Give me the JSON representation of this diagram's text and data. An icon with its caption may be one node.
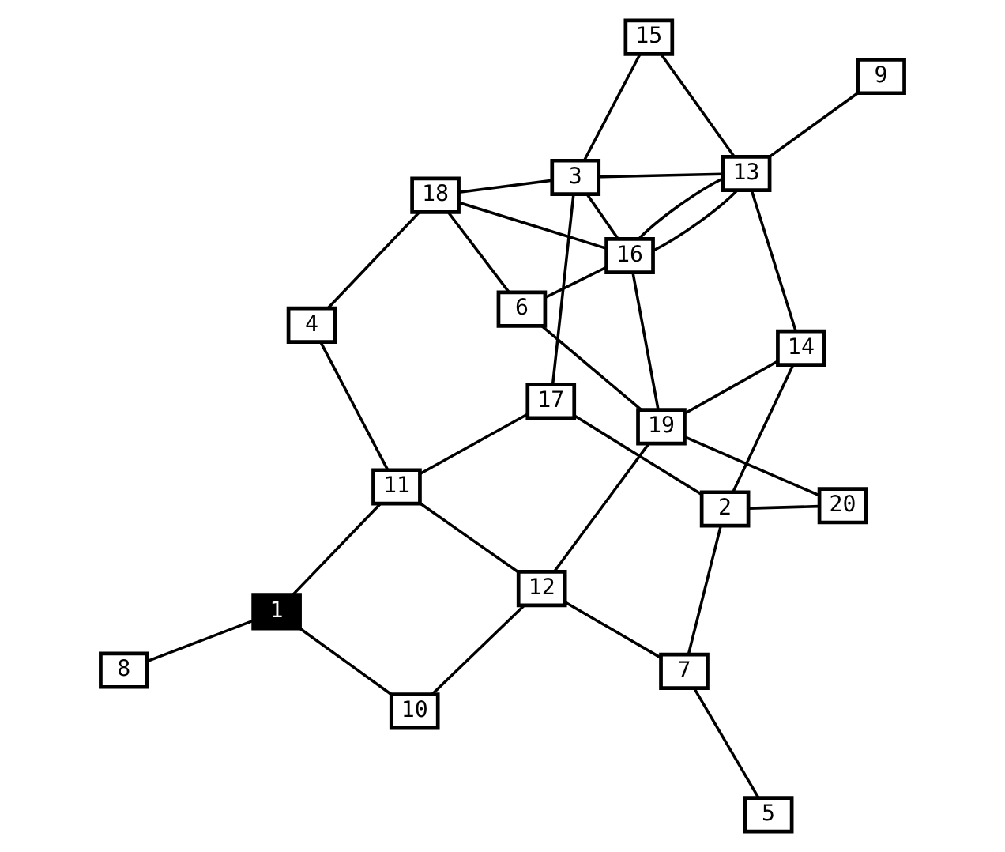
{
  "diagram": {
    "nodes": [
      {
        "text": [
          "1"
        ]
      },
      {
        "text": [
          "2"
        ]
      },
      {
        "text": [
          "3"
        ]
      },
      {
        "text": [
          "4"
        ]
      },
      {
        "text": [
          "5"
        ]
      },
      {
        "text": [
          "6"
        ]
      },
      {
        "text": [
          "7"
        ]
      },
      {
        "text": [
          "8"
        ]
      },
      {
        "text": [
          "9"
        ]
      },
      {
        "text": [
          "10"
        ]
      },
      {
        "text": [
          "11"
        ]
      },
      {
        "text": [
          "12"
        ]
      },
      {
        "text": [
          "13"
        ]
      },
      {
        "text": [
          "14"
        ]
      },
      {
        "text": [
          "15"
        ]
      },
      {
        "text": [
          "16"
        ]
      },
      {
        "text": [
          "17"
        ]
      },
      {
        "text": [
          "18"
        ]
      },
      {
        "text": [
          "19"
        ]
      },
      {
        "text": [
          "20"
        ]
      }
    ],
    "edges": [
      {
        "from": 7,
        "to": 0,
        "arrow": "none"
      },
      {
        "from": 9,
        "to": 0,
        "arrow": "none"
      },
      {
        "from": 0,
        "to": 10,
        "arrow": "none"
      },
      {
        "from": 9,
        "to": 11,
        "arrow": "none"
      },
      {
        "from": 4,
        "to": 6,
        "arrow": "none"
      },
      {
        "from": 6,
        "to": 11,
        "arrow": "none"
      },
      {
        "from": 11,
        "to": 10,
        "arrow": "none"
      },
      {
        "from": 6,
        "to": 1,
        "arrow": "none"
      },
      {
        "from": 11,
        "to": 18,
        "arrow": "none"
      },
      {
        "from": 10,
        "to": 16,
        "arrow": "none"
      },
      {
        "from": 10,
        "to": 3,
        "arrow": "none"
      },
      {
        "from": 3,
        "to": 17,
        "arrow": "none"
      },
      {
        "from": 1,
        "to": 16,
        "arrow": "none"
      },
      {
        "from": 1,
        "to": 19,
        "arrow": "none"
      },
      {
        "from": 1,
        "to": 13,
        "arrow": "none"
      },
      {
        "from": 19,
        "to": 18,
        "arrow": "none"
      },
      {
        "from": 18,
        "to": 13,
        "arrow": "none"
      },
      {
        "from": 18,
        "to": 5,
        "arrow": "none"
      },
      {
        "from": 18,
        "to": 15,
        "arrow": "none"
      },
      {
        "from": 16,
        "to": 2,
        "arrow": "none"
      },
      {
        "from": 5,
        "to": 17,
        "arrow": "none"
      },
      {
        "from": 5,
        "to": 15,
        "arrow": "none"
      },
      {
        "from": 15,
        "to": 17,
        "arrow": "none"
      },
      {
        "from": 15,
        "to": 2,
        "arrow": "none"
      },
      {
        "from": 17,
        "to": 2,
        "arrow": "none"
      },
      {
        "from": 15,
        "to": 12,
        "arrow": "none"
      },
      {
        "from": 15,
        "to": 12,
        "arrow": "none"
      },
      {
        "from": 2,
        "to": 12,
        "arrow": "none"
      },
      {
        "from": 2,
        "to": 14,
        "arrow": "none"
      },
      {
        "from": 13,
        "to": 12,
        "arrow": "none"
      },
      {
        "from": 12,
        "to": 14,
        "arrow": "none"
      },
      {
        "from": 12,
        "to": 8,
        "arrow": "none"
      }
    ]
  }
}
